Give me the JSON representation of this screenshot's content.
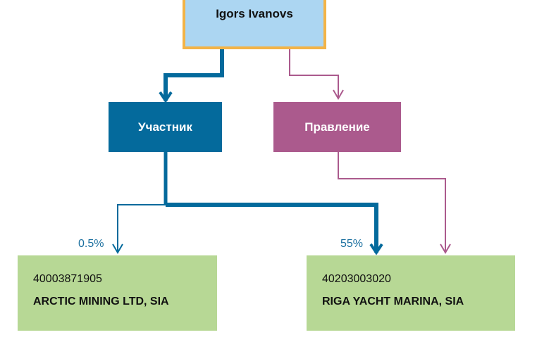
{
  "person": {
    "name": "Igors Ivanovs"
  },
  "roles": {
    "member": "Участник",
    "board": "Правление"
  },
  "companies": [
    {
      "reg": "40003871905",
      "name": "ARCTIC MINING LTD, SIA",
      "share": "0.5%"
    },
    {
      "reg": "40203003020",
      "name": "RIGA YACHT MARINA, SIA",
      "share": "55%"
    }
  ],
  "colors": {
    "member": "#046a9c",
    "board": "#ab5a8d",
    "person_fill": "#acd6f2",
    "person_border": "#f3b347",
    "company_fill": "#b7d895"
  }
}
